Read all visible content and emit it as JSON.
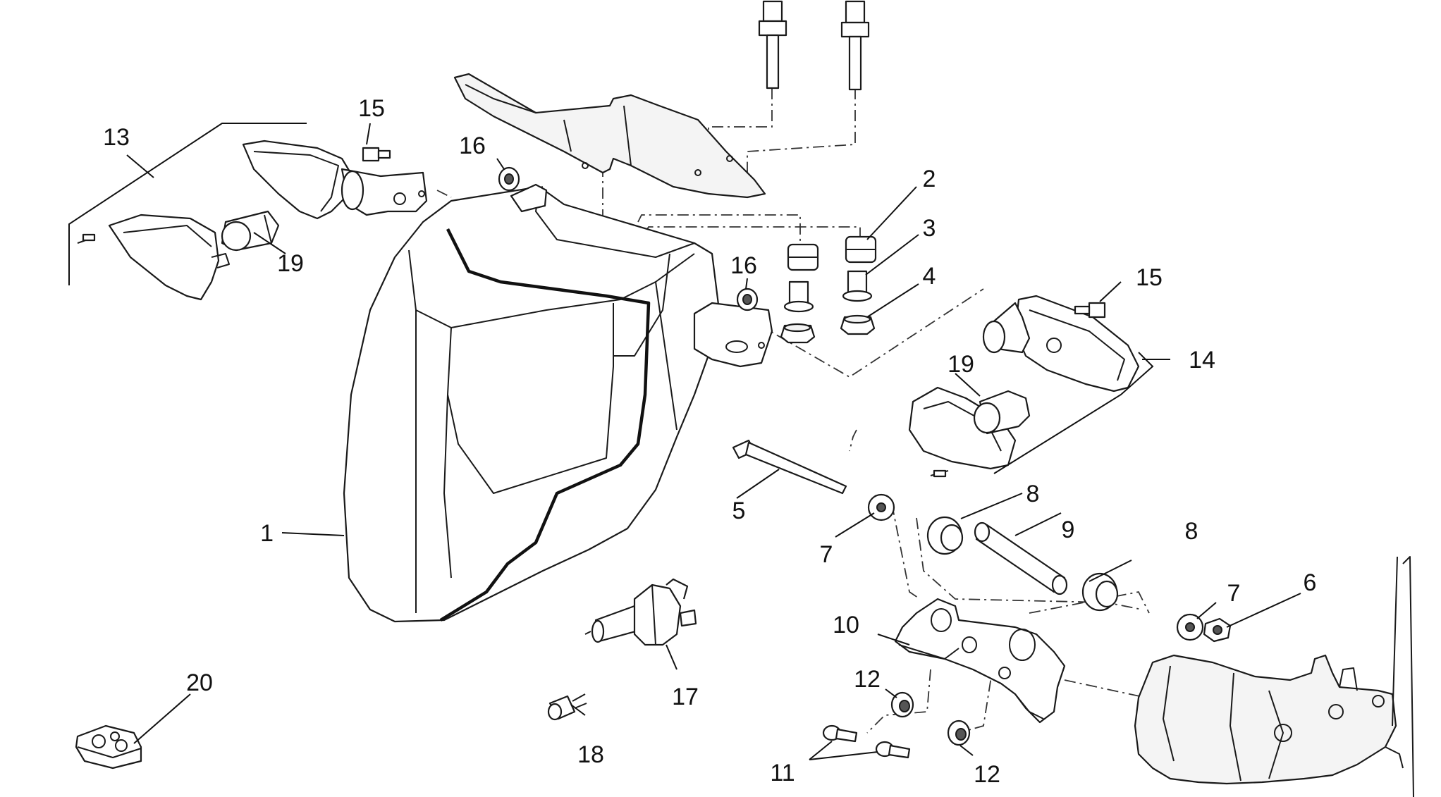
{
  "diagram": {
    "type": "exploded-parts-diagram",
    "callouts": {
      "c1": "1",
      "c2": "2",
      "c3": "3",
      "c4": "4",
      "c5": "5",
      "c6": "6",
      "c7a": "7",
      "c7b": "7",
      "c8a": "8",
      "c8b": "8",
      "c9": "9",
      "c10": "10",
      "c11": "11",
      "c12a": "12",
      "c12b": "12",
      "c13": "13",
      "c14": "14",
      "c15a": "15",
      "c15b": "15",
      "c16a": "16",
      "c16b": "16",
      "c17": "17",
      "c18": "18",
      "c19a": "19",
      "c19b": "19",
      "c20": "20"
    }
  }
}
